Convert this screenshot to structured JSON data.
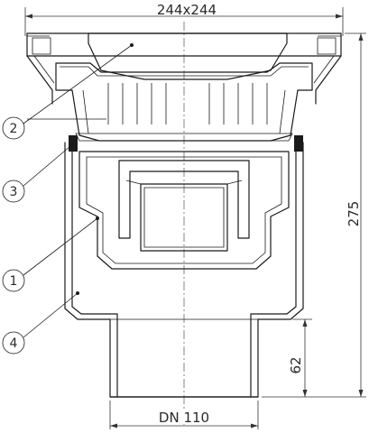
{
  "dimensions": {
    "grate_size": "244x244",
    "height": "275",
    "outlet_height": "62",
    "outlet_diameter": "DN 110"
  },
  "callouts": [
    {
      "label": "1"
    },
    {
      "label": "2"
    },
    {
      "label": "3"
    },
    {
      "label": "4"
    }
  ],
  "colors": {
    "line": "#1a1a1a",
    "hatch": "#555555",
    "background": "#ffffff"
  }
}
